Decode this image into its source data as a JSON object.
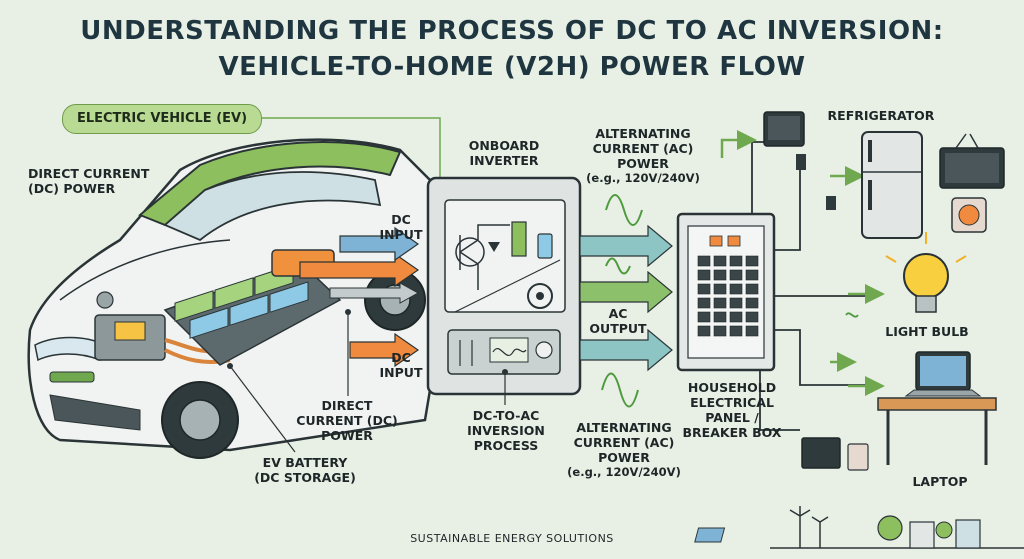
{
  "title": {
    "line1": "UNDERSTANDING THE PROCESS OF DC TO AC INVERSION:",
    "line2": "VEHICLE-TO-HOME (V2H) POWER FLOW"
  },
  "ev_label": "ELECTRIC VEHICLE (EV)",
  "dc_power_top": "DIRECT CURRENT (DC) POWER",
  "dc_input_top": "DC INPUT",
  "dc_input_bottom": "DC INPUT",
  "dc_power_bottom": "DIRECT CURRENT (DC) POWER",
  "battery": "EV BATTERY (DC STORAGE)",
  "inverter": "ONBOARD INVERTER",
  "inversion_process": "DC-to-AC INVERSION PROCESS",
  "ac_top": {
    "label": "ALTERNATING CURRENT (AC) POWER",
    "sub": "(e.g., 120V/240V)"
  },
  "ac_output": "AC OUTPUT",
  "ac_bottom": {
    "label": "ALTERNATING CURRENT (AC) POWER",
    "sub": "(e.g., 120V/240V)"
  },
  "panel": "HOUSEHOLD ELECTRICAL PANEL / BREAKER BOX",
  "appliances": {
    "refrigerator": "REFRIGERATOR",
    "light_bulb": "LIGHT BULB",
    "laptop": "LAPTOP"
  },
  "footer": "SUSTAINABLE ENERGY SOLUTIONS",
  "colors": {
    "background": "#e8f0e6",
    "dc_arrow": "#f08a3e",
    "ac_arrow": "#8cc06a",
    "battery_green": "#a6d47e",
    "battery_blue": "#8ec9e6",
    "car_roof": "#8dbf5e"
  }
}
